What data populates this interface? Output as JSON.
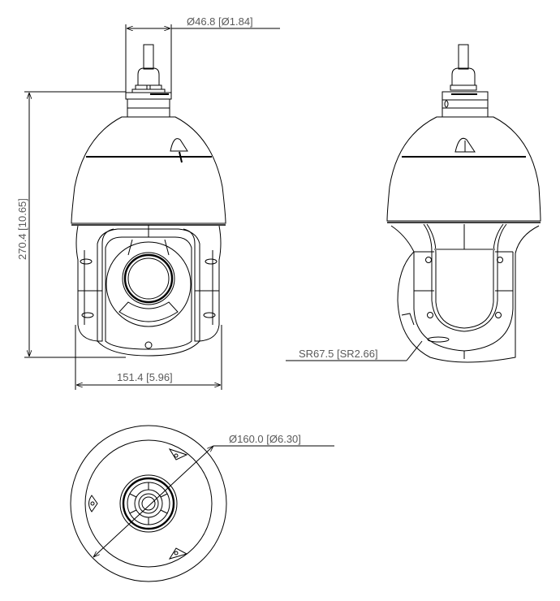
{
  "drawing": {
    "views": [
      "front-view",
      "side-view",
      "bottom-view"
    ],
    "dimensions": {
      "cable_diameter": "Ø46.8 [Ø1.84]",
      "height": "270.4 [10.65]",
      "width": "151.4 [5.96]",
      "spherical_radius": "SR67.5 [SR2.66]",
      "base_diameter": "Ø160.0 [Ø6.30]"
    },
    "colors": {
      "line": "#000000",
      "text": "#5a5a5a",
      "background": "#ffffff"
    }
  }
}
